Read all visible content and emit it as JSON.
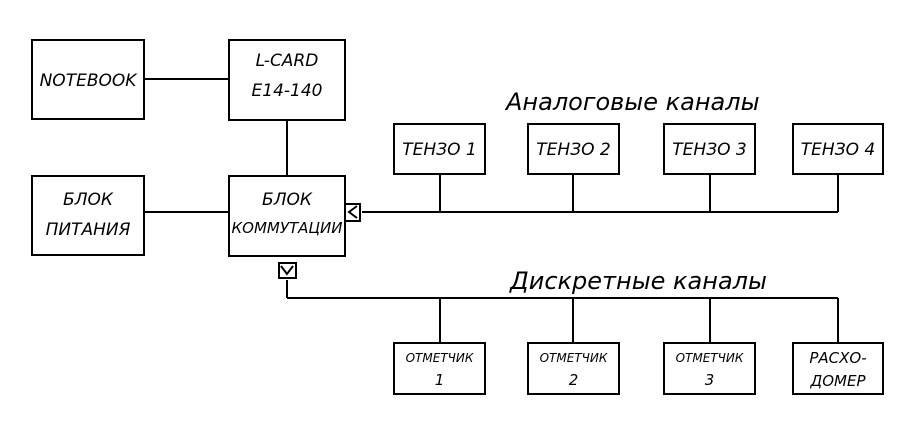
{
  "diagram": {
    "analog_label": "Аналоговые каналы",
    "discrete_label": "Дискретные каналы",
    "notebook": "NOTEBOOK",
    "lcard": [
      "L-CARD",
      "E14-140"
    ],
    "power": [
      "БЛОК",
      "ПИТАНИЯ"
    ],
    "switch": [
      "БЛОК",
      "КОММУТАЦИИ"
    ],
    "tenzo": [
      "ТЕНЗО 1",
      "ТЕНЗО 2",
      "ТЕНЗО 3",
      "ТЕНЗО 4"
    ],
    "markers": [
      [
        "ОТМЕТЧИК",
        "1"
      ],
      [
        "ОТМЕТЧИК",
        "2"
      ],
      [
        "ОТМЕТЧИК",
        "3"
      ]
    ],
    "flowmeter": [
      "РАСХО-",
      "ДОМЕР"
    ]
  }
}
